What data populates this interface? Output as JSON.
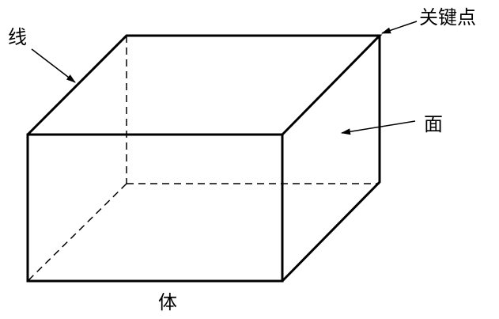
{
  "labels": {
    "line": "线",
    "keypoint": "关键点",
    "face": "面",
    "body": "体"
  },
  "colors": {
    "stroke": "#000000",
    "background": "#ffffff"
  }
}
